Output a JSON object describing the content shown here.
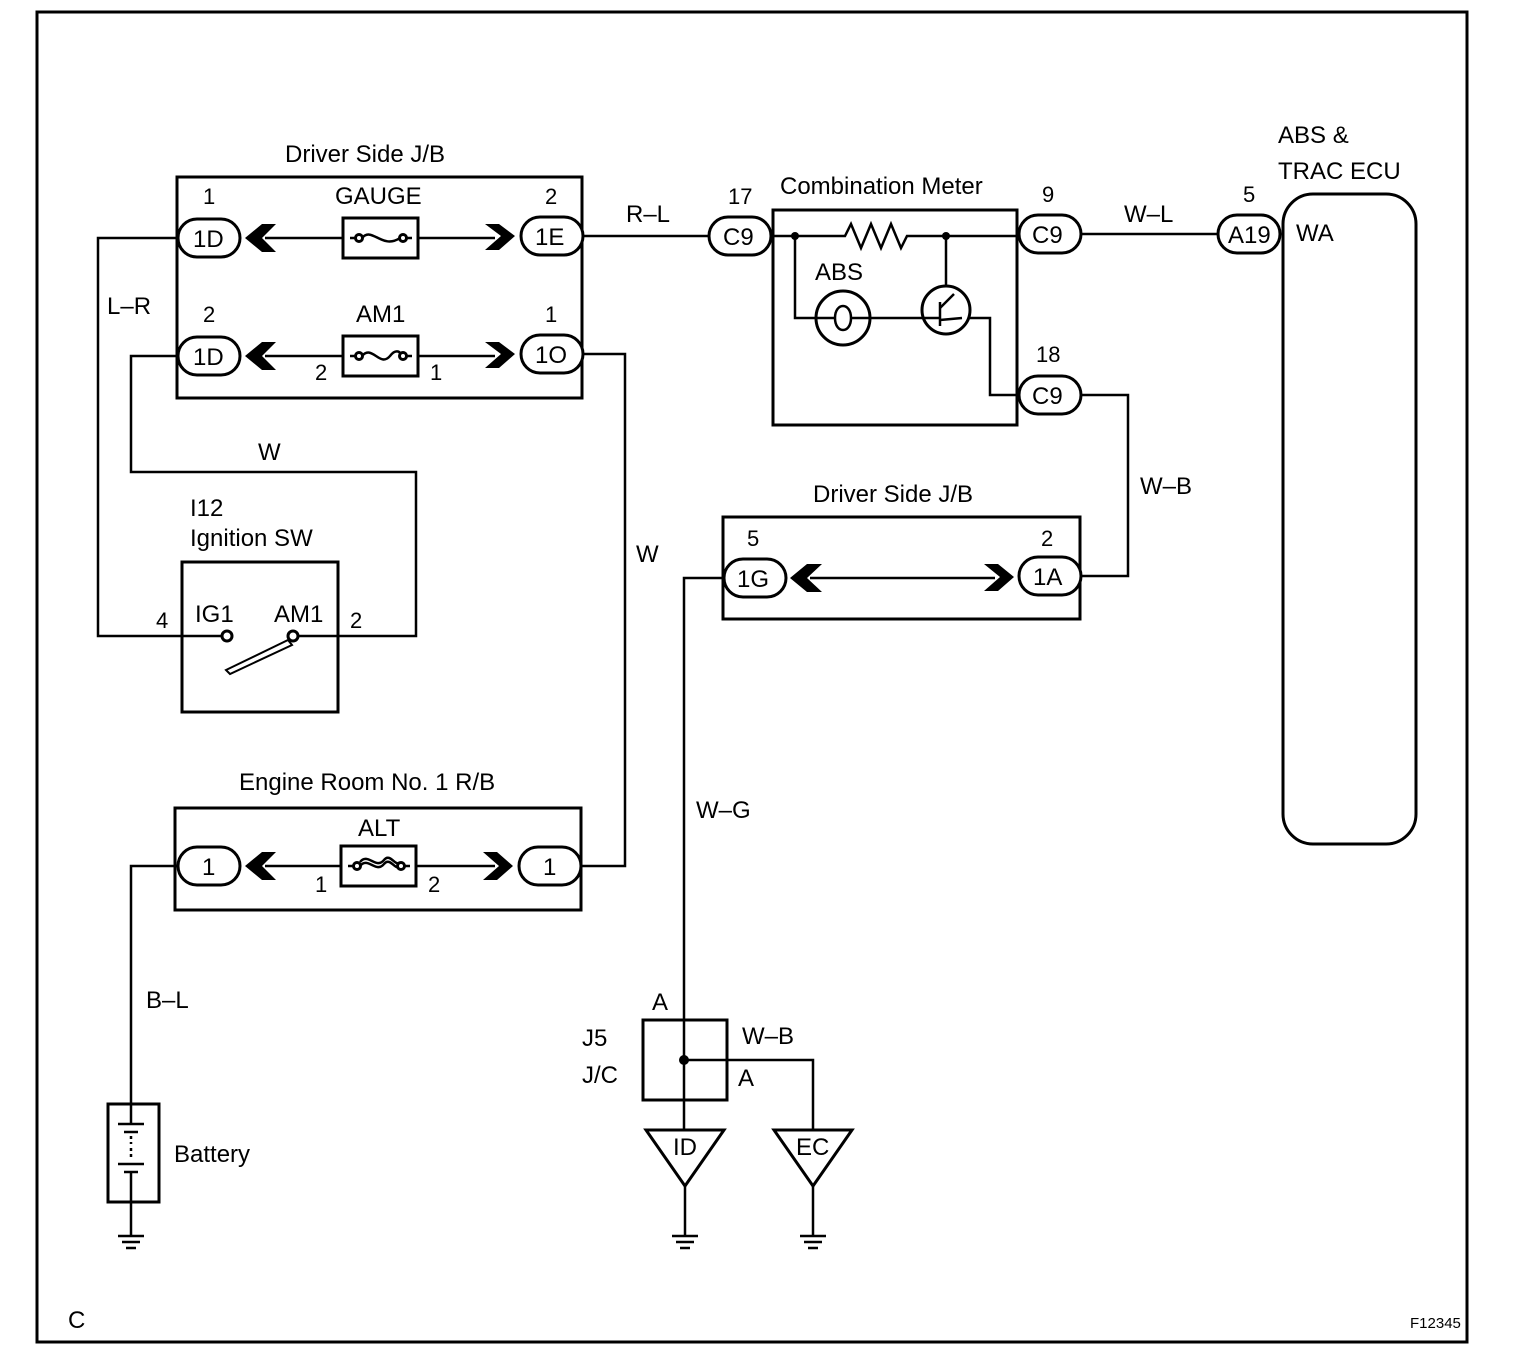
{
  "frame": {
    "corner_letter": "C",
    "figure_id": "F12345"
  },
  "driver_jb_top": {
    "title": "Driver Side J/B",
    "gauge_fuse": {
      "label": "GAUGE",
      "left_conn": "1D",
      "left_pin": "1",
      "right_conn": "1E",
      "right_pin": "2"
    },
    "am1_fuse": {
      "label": "AM1",
      "left_conn": "1D",
      "left_pin": "2",
      "right_conn": "1O",
      "right_pin": "1",
      "fuse_pin_left": "2",
      "fuse_pin_right": "1"
    }
  },
  "combination_meter": {
    "title": "Combination Meter",
    "lamp_label": "ABS",
    "in_conn": "C9",
    "in_pin": "17",
    "out_conn": "C9",
    "out_pin": "9",
    "gnd_conn": "C9",
    "gnd_pin": "18"
  },
  "ecu": {
    "title_line1": "ABS &",
    "title_line2": "TRAC ECU",
    "conn": "A19",
    "pin": "5",
    "terminal": "WA"
  },
  "ignition_switch": {
    "id": "I12",
    "title": "Ignition SW",
    "ig1": "IG1",
    "am1": "AM1",
    "pin_ig1": "4",
    "pin_am1": "2"
  },
  "driver_jb_mid": {
    "title": "Driver Side J/B",
    "left_conn": "1G",
    "left_pin": "5",
    "right_conn": "1A",
    "right_pin": "2"
  },
  "engine_room_rb": {
    "title": "Engine Room No. 1 R/B",
    "fuse_label": "ALT",
    "left_conn": "1",
    "right_conn": "1",
    "fuse_pin_left": "1",
    "fuse_pin_right": "2"
  },
  "junction": {
    "id": "J5",
    "type": "J/C",
    "pin_top": "A",
    "pin_right": "A"
  },
  "battery": {
    "label": "Battery"
  },
  "grounds": [
    {
      "label": "ID"
    },
    {
      "label": "EC"
    }
  ],
  "wires": {
    "r_l": "R–L",
    "w_l": "W–L",
    "l_r": "L–R",
    "w_upper": "W",
    "w_vertical": "W",
    "w_b_right": "W–B",
    "w_g": "W–G",
    "b_l": "B–L",
    "w_b_jc": "W–B"
  }
}
